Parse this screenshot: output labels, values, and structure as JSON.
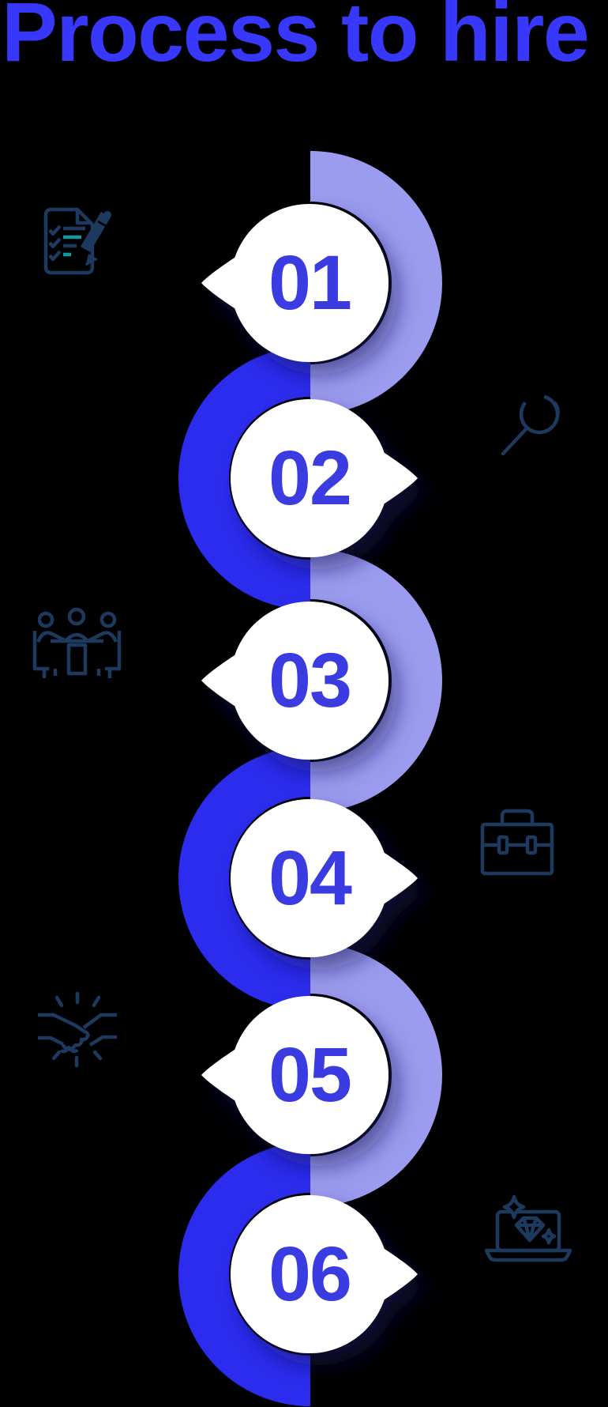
{
  "title": {
    "text": "Process to hire"
  },
  "colors": {
    "background": "#000000",
    "title": "#3838FD",
    "number": "#3B3BE2",
    "ring_light": "#9B9BEF",
    "ring_dark": "#2C2CEE",
    "bubble": "#FFFFFF",
    "icon": "#1D3A5E",
    "icon_accent": "#1796A0"
  },
  "steps": [
    {
      "number": "01",
      "icon": "checklist-pencil-icon",
      "icon_side": "left",
      "ring": "light",
      "tail": "left"
    },
    {
      "number": "02",
      "icon": "search-icon",
      "icon_side": "right",
      "ring": "dark",
      "tail": "right"
    },
    {
      "number": "03",
      "icon": "meeting-icon",
      "icon_side": "left",
      "ring": "light",
      "tail": "left"
    },
    {
      "number": "04",
      "icon": "toolbox-icon",
      "icon_side": "right",
      "ring": "dark",
      "tail": "right"
    },
    {
      "number": "05",
      "icon": "handshake-icon",
      "icon_side": "left",
      "ring": "light",
      "tail": "left"
    },
    {
      "number": "06",
      "icon": "laptop-sparkle-icon",
      "icon_side": "right",
      "ring": "dark",
      "tail": "right"
    }
  ]
}
